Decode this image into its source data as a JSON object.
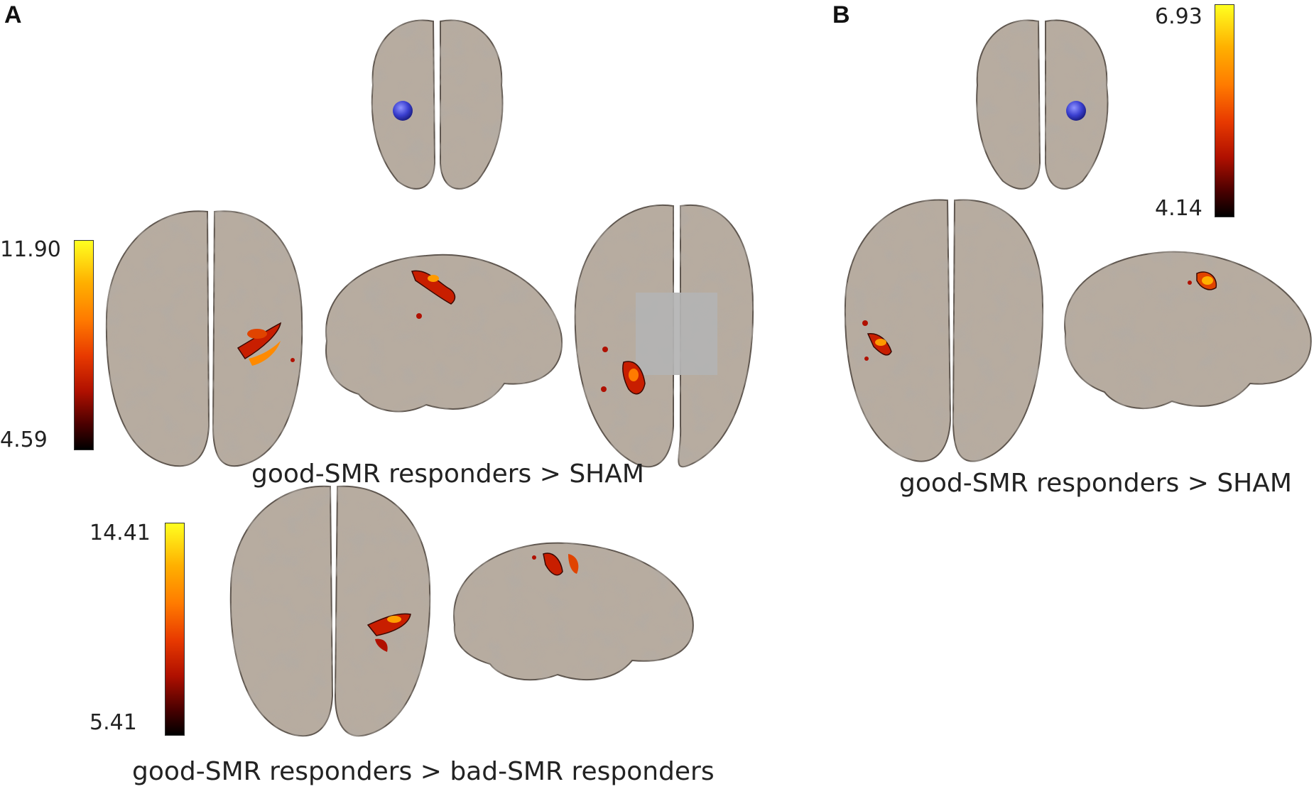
{
  "panel_a": {
    "letter": "A",
    "colorbar_1": {
      "max": "11.90",
      "min": "4.59"
    },
    "caption_1": "good-SMR responders > SHAM",
    "colorbar_2": {
      "max": "14.41",
      "min": "5.41"
    },
    "caption_2": "good-SMR responders > bad-SMR responders"
  },
  "panel_b": {
    "letter": "B",
    "colorbar": {
      "max": "6.93",
      "min": "4.14"
    },
    "caption": "good-SMR responders > SHAM"
  },
  "colors": {
    "brain": "#b7aca0",
    "brain_dark": "#8f857a",
    "seed_marker": "#3a3fcf",
    "activation_low": "#8a0a00",
    "activation_high": "#ffb000",
    "midline_mask": "#b3b3b3"
  }
}
